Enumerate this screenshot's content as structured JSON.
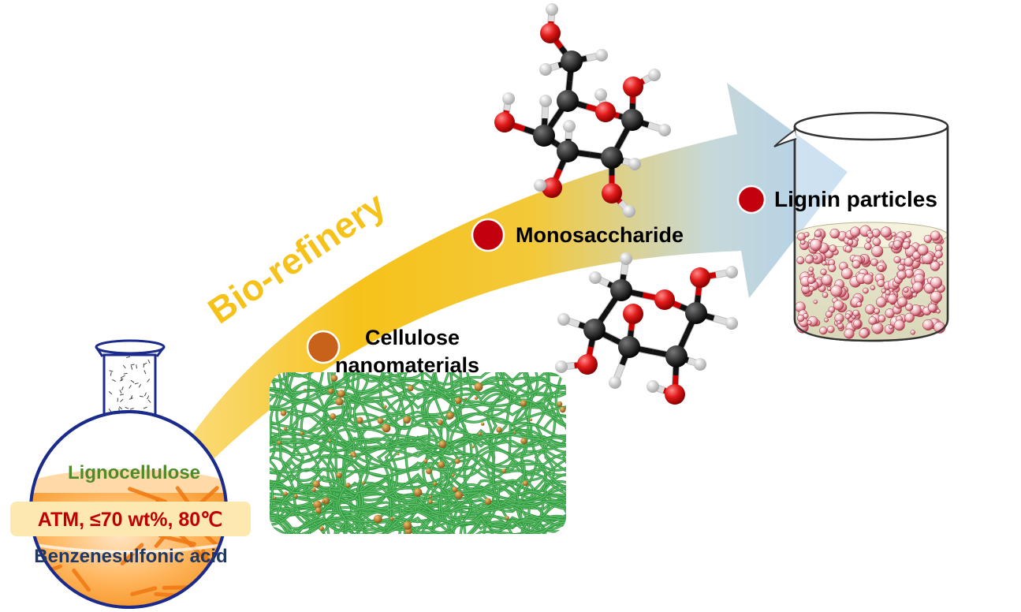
{
  "title_arrow": "Bio-refinery",
  "flask": {
    "material_label": "Lignocellulose",
    "conditions_label": "ATM, ≤70 wt%, 80℃",
    "solvent_label": "Benzenesulfonic acid"
  },
  "products": [
    {
      "id": "cellulose",
      "label_line1": "Cellulose",
      "label_line2": "nanomaterials",
      "marker_color": "#c8621a"
    },
    {
      "id": "monosaccharide",
      "label": "Monosaccharide",
      "marker_color": "#c3000d"
    },
    {
      "id": "lignin",
      "label": "Lignin particles",
      "marker_color": "#c3000d"
    }
  ],
  "colors": {
    "arrow_start": "#f6c21a",
    "arrow_end": "#b9d6ef",
    "arrow_text": "#f6c21a",
    "material_text": "#4f8a2c",
    "conditions_text": "#c00000",
    "conditions_bg": "#fde8b0",
    "solvent_text": "#1f3864",
    "fiber": "#3aa84a",
    "carbon": "#111111",
    "oxygen": "#d0101a",
    "hydrogen": "#e8e8e8",
    "particle": "#b0334a"
  }
}
